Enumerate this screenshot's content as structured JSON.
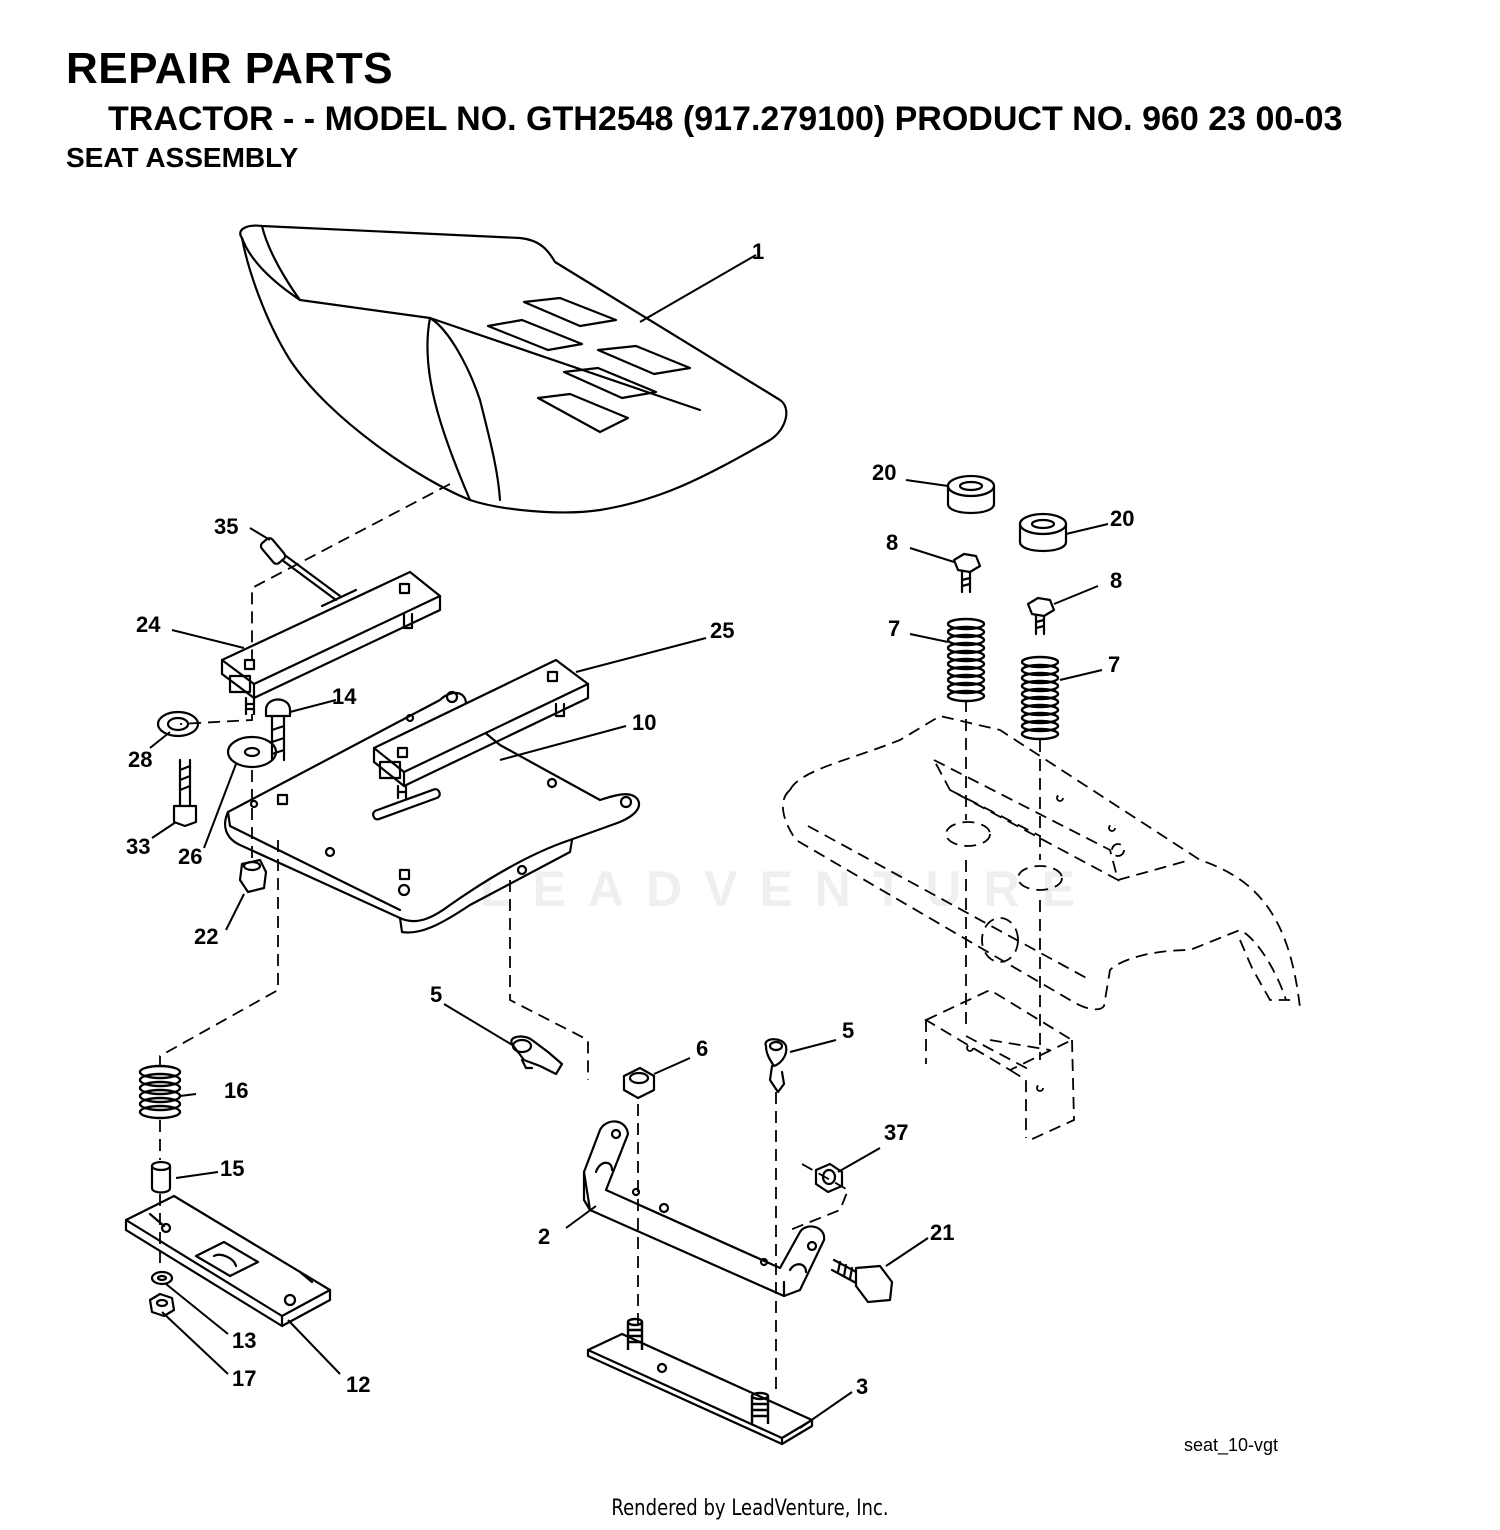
{
  "header": {
    "title": "REPAIR PARTS",
    "subtitle": "TRACTOR - - MODEL NO. GTH2548 (917.279100) PRODUCT NO. 960 23 00-03",
    "section": "SEAT ASSEMBLY"
  },
  "callouts": {
    "c1": "1",
    "c2": "2",
    "c3": "3",
    "c5a": "5",
    "c5b": "5",
    "c6": "6",
    "c7a": "7",
    "c7b": "7",
    "c8a": "8",
    "c8b": "8",
    "c10": "10",
    "c12": "12",
    "c13": "13",
    "c14": "14",
    "c15": "15",
    "c16": "16",
    "c17": "17",
    "c20a": "20",
    "c20b": "20",
    "c21": "21",
    "c22": "22",
    "c24": "24",
    "c25": "25",
    "c26": "26",
    "c28": "28",
    "c33": "33",
    "c35": "35",
    "c37": "37"
  },
  "figure_code": "seat_10-vgt",
  "footer": "Rendered by LeadVenture, Inc.",
  "watermark": "LEADVENTURE"
}
